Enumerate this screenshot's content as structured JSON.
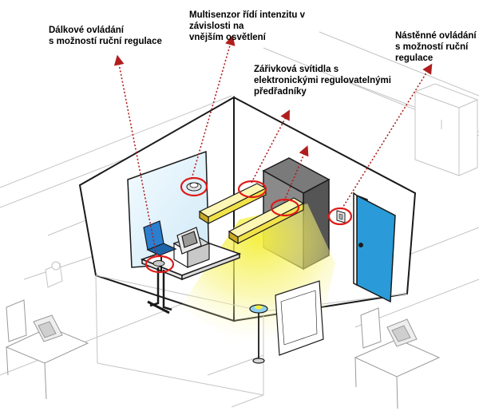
{
  "labels": {
    "remote_control": [
      "Dálkové ovládání",
      "s možností ruční regulace"
    ],
    "multisensor": [
      "Multisenzor řídí intenzitu v",
      "závislosti na",
      "vnějším osvětlení"
    ],
    "fluorescent": [
      "Zářivková svítidla s",
      "elektronickými regulovatelnými",
      "předřadníky"
    ],
    "wall_control": [
      "Nástěnné ovládání",
      "s možností ruční",
      "regulace"
    ]
  },
  "colors": {
    "arrow": "#b01e1e",
    "highlight_ring": "#e01a1a",
    "door": "#2a9bd8",
    "chair": "#2a7fd0",
    "light_cone": "#f4ef3a",
    "luminaire": "#f2e24a",
    "window": "#dff1fb",
    "outline": "#1a1a1a",
    "background_lines": "#bdbdbd"
  }
}
